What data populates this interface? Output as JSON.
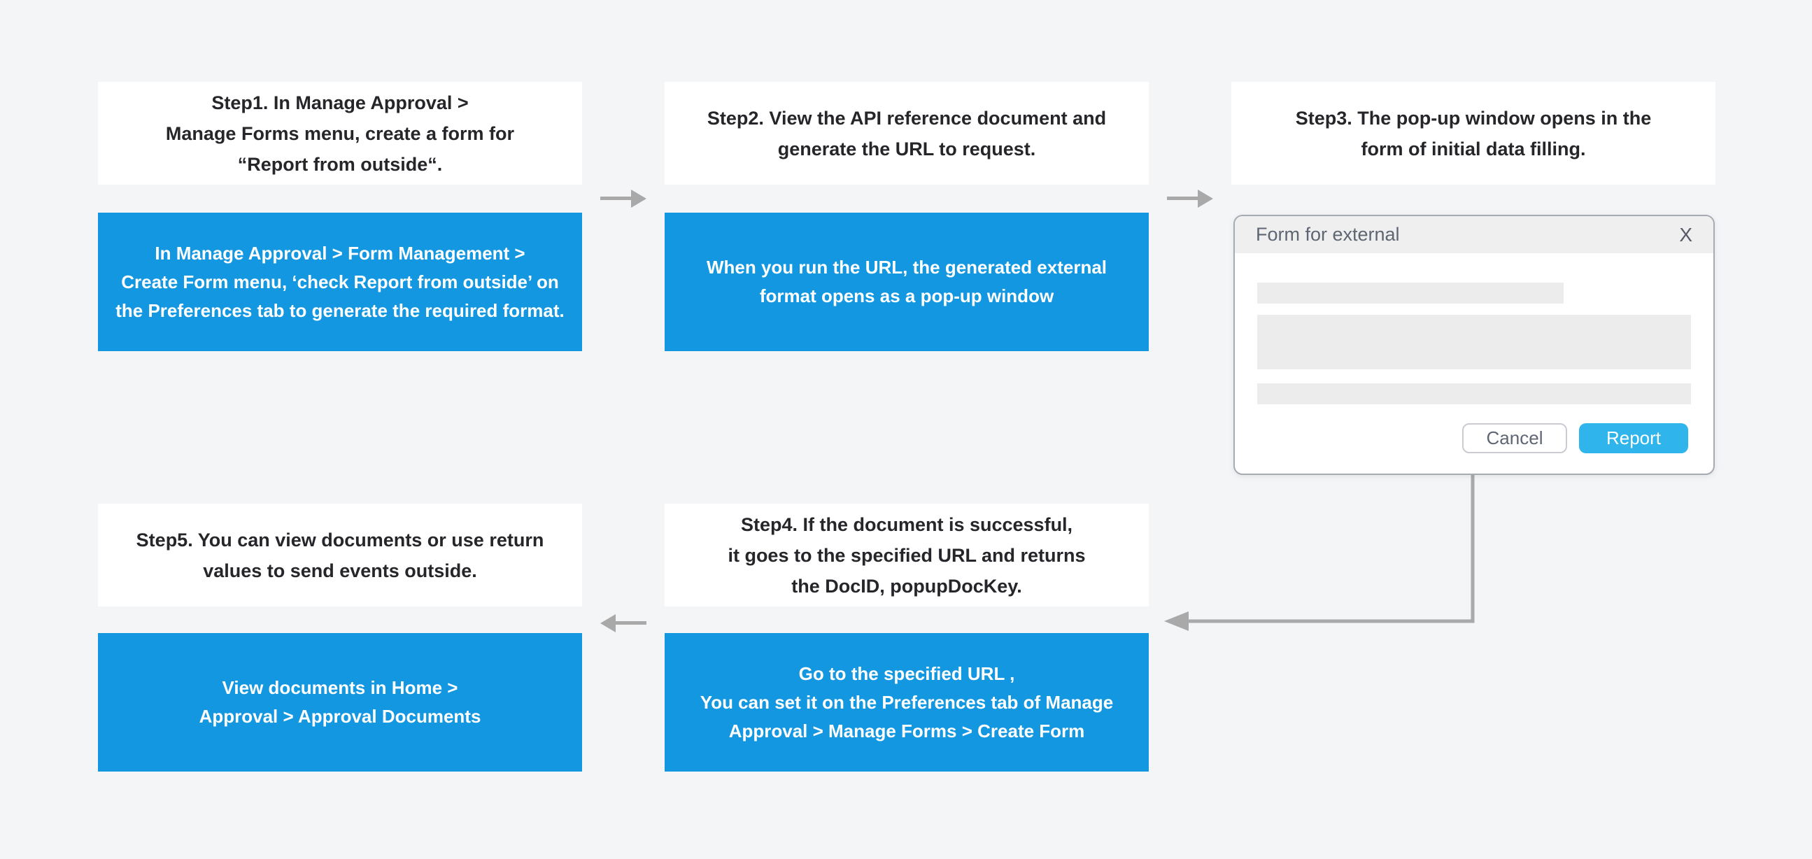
{
  "colors": {
    "background": "#f4f5f7",
    "accent": "#1297e0",
    "accent-light": "#2fb5ec",
    "arrow": "#a9a9a9",
    "card-text": "#26262a",
    "dialog-text": "#5f6673"
  },
  "flow": {
    "step1": {
      "lines": [
        "Step1. In Manage Approval >",
        "Manage Forms menu, create a form for",
        "“Report from outside“."
      ]
    },
    "note1": {
      "lines": [
        "In Manage Approval > Form Management >",
        "Create Form menu, ‘check Report from outside’ on",
        "the Preferences tab to generate the required format."
      ]
    },
    "step2": {
      "lines": [
        "Step2. View the API reference document and",
        "generate the URL to request."
      ]
    },
    "note2": {
      "lines": [
        "When you run the URL, the generated external",
        "format opens as a pop-up window"
      ]
    },
    "step3": {
      "lines": [
        "Step3. The pop-up window opens in the",
        "form of initial data filling."
      ]
    },
    "step4": {
      "lines": [
        "Step4. If the document is successful,",
        "it goes to the specified URL and returns",
        "the DocID, popupDocKey."
      ]
    },
    "note4": {
      "lines": [
        "Go to the specified URL ,",
        "You can set it on the Preferences tab of Manage",
        "Approval > Manage Forms > Create Form"
      ]
    },
    "step5": {
      "lines": [
        "Step5. You can view documents or use return",
        "values to send events outside."
      ]
    },
    "note5": {
      "lines": [
        "View documents in Home >",
        "Approval > Approval Documents"
      ]
    }
  },
  "dialog": {
    "title": "Form for external",
    "close_label": "X",
    "cancel_label": "Cancel",
    "report_label": "Report"
  }
}
